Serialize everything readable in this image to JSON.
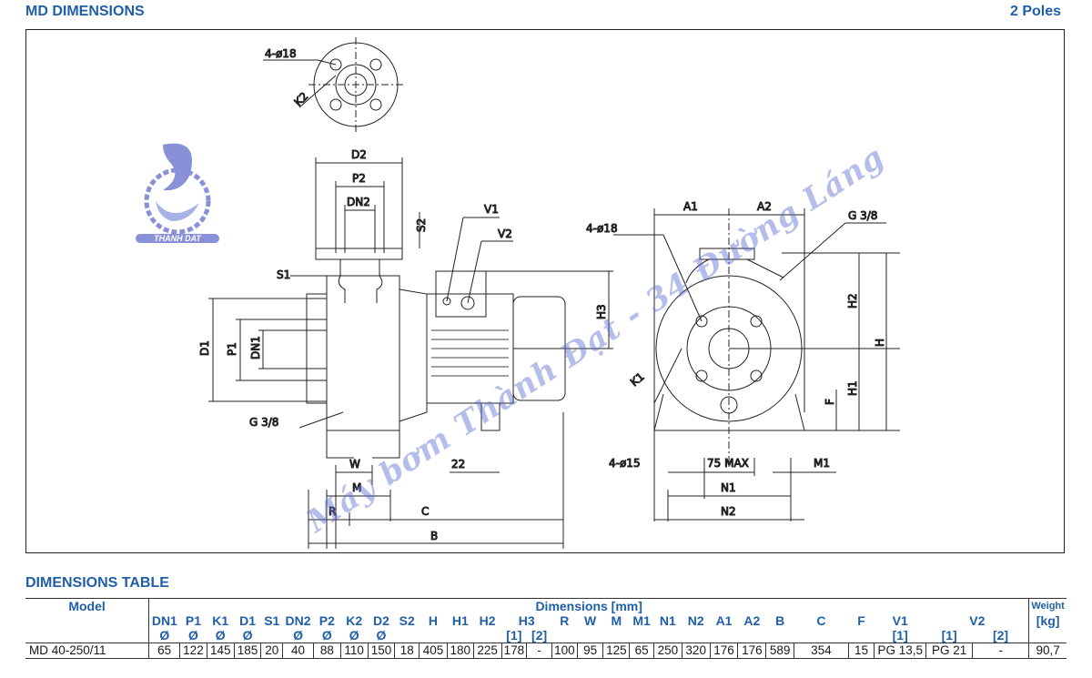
{
  "header": {
    "title": "MD DIMENSIONS",
    "poles": "2 Poles"
  },
  "logo": {
    "text": "THANH DAT"
  },
  "drawing_labels": {
    "flange_holes_top": "4-ø18",
    "k2": "K2",
    "d2": "D2",
    "p2": "P2",
    "dn2": "DN2",
    "s2": "S2",
    "v1": "V1",
    "v2": "V2",
    "s1": "S1",
    "d1": "D1",
    "p1": "P1",
    "dn1": "DN1",
    "h3": "H3",
    "g38_left": "G 3/8",
    "w": "W",
    "m": "M",
    "n22": "22",
    "r": "R",
    "c": "C",
    "b": "B",
    "a1": "A1",
    "a2": "A2",
    "holes_front": "4-ø18",
    "g38_right": "G 3/8",
    "h2": "H2",
    "h": "H",
    "h1": "H1",
    "k1": "K1",
    "f": "F",
    "feet_holes": "4-ø15",
    "max75": "75 MAX",
    "m1": "M1",
    "n1": "N1",
    "n2": "N2"
  },
  "watermark": "Máy bơm Thành Đạt - 34 Đường Láng",
  "table": {
    "title": "DIMENSIONS TABLE",
    "model_header": "Model",
    "dimensions_header": "Dimensions [mm]",
    "weight_header": "Weight",
    "weight_unit": "[kg]",
    "columns": [
      "DN1",
      "P1",
      "K1",
      "D1",
      "S1",
      "DN2",
      "P2",
      "K2",
      "D2",
      "S2",
      "H",
      "H1",
      "H2",
      "H3",
      "R",
      "W",
      "M",
      "M1",
      "N1",
      "N2",
      "A1",
      "A2",
      "B",
      "C",
      "F",
      "V1",
      "V2"
    ],
    "diameter_mark": "Ø",
    "h3_sub": [
      "[1]",
      "[2]"
    ],
    "v1_sub": "[1]",
    "v2_sub": [
      "[1]",
      "[2]"
    ],
    "row": {
      "model": "MD 40-250/11",
      "values": [
        "65",
        "122",
        "145",
        "185",
        "20",
        "40",
        "88",
        "110",
        "150",
        "18",
        "405",
        "180",
        "225",
        "178",
        "-",
        "100",
        "95",
        "125",
        "65",
        "250",
        "320",
        "176",
        "176",
        "589",
        "354",
        "15",
        "PG 13,5",
        "PG 21",
        "-",
        "90,7"
      ]
    }
  }
}
